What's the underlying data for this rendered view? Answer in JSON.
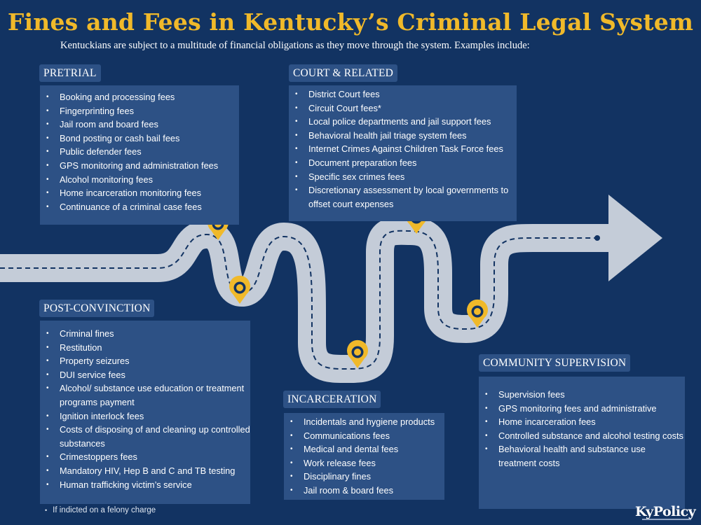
{
  "title": "Fines and Fees in Kentucky’s Criminal Legal System",
  "subtitle": "Kentuckians are subject to a multitude of financial obligations as they move through the system. Examples include:",
  "colors": {
    "background": "#123362",
    "panel": "#2d5185",
    "road": "#c4ccd8",
    "title": "#f0b92a",
    "marker": "#f0b92a"
  },
  "icons": {
    "marker": "map-pin-icon",
    "road": "road-arrow-icon"
  },
  "sections": {
    "pretrial": {
      "label": "PRETRIAL",
      "items": [
        "Booking and processing fees",
        "Fingerprinting fees",
        "Jail room and board fees",
        "Bond posting or cash bail fees",
        "Public defender fees",
        "GPS monitoring and administration fees",
        "Alcohol monitoring fees",
        "Home incarceration monitoring fees",
        "Continuance of a criminal case fees"
      ]
    },
    "court": {
      "label": "COURT & RELATED",
      "items": [
        "District Court fees",
        "Circuit Court fees*",
        "Local police departments and jail support fees",
        "Behavioral health jail triage system fees",
        "Internet Crimes Against Children Task Force fees",
        "Document preparation fees",
        "Specific sex crimes fees",
        "Discretionary assessment by local governments to offset court expenses"
      ]
    },
    "postconviction": {
      "label": "POST-CONVINCTION",
      "items": [
        "Criminal fines",
        "Restitution",
        "Property seizures",
        "DUI service fees",
        "Alcohol/ substance use education or treatment programs payment",
        "Ignition interlock fees",
        "Costs of disposing of and cleaning up controlled substances",
        "Crimestoppers fees",
        "Mandatory HIV, Hep B and C and TB testing",
        "Human trafficking victim’s service"
      ]
    },
    "incarceration": {
      "label": "INCARCERATION",
      "items": [
        "Incidentals and hygiene products",
        "Communications fees",
        "Medical and dental fees",
        "Work release fees",
        "Disciplinary fines",
        "Jail room & board fees"
      ]
    },
    "supervision": {
      "label": "COMMUNITY SUPERVISION",
      "items": [
        "Supervision fees",
        "GPS monitoring fees and administrative",
        "Home incarceration fees",
        "Controlled substance and alcohol testing costs",
        "Behavioral health and substance use treatment costs"
      ]
    }
  },
  "footnote": "If indicted on a felony charge",
  "logo": "KyPolicy"
}
